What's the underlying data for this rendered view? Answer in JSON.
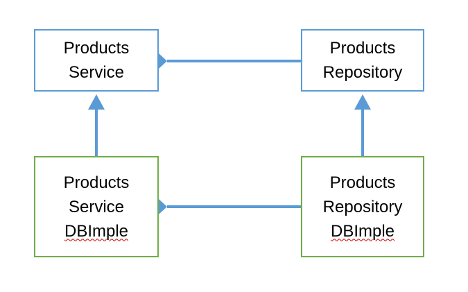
{
  "colors": {
    "connector": "#5b9bd5",
    "blue_border": "#5b9bd5",
    "green_border": "#70ad47",
    "spellcheck": "#d00000"
  },
  "boxes": {
    "products_service": {
      "line1": "Products",
      "line2": "Service"
    },
    "products_repository": {
      "line1": "Products",
      "line2": "Repository"
    },
    "products_service_dbimple": {
      "line1": "Products",
      "line2": "Service",
      "line3": "DBImple"
    },
    "products_repository_dbimple": {
      "line1": "Products",
      "line2": "Repository",
      "line3": "DBImple"
    }
  },
  "connectors": [
    {
      "from": "products_service",
      "to": "products_repository",
      "style": "diamond-at-source"
    },
    {
      "from": "products_service_dbimple",
      "to": "products_repository_dbimple",
      "style": "diamond-at-source"
    },
    {
      "from": "products_service_dbimple",
      "to": "products_service",
      "style": "arrow-up"
    },
    {
      "from": "products_repository_dbimple",
      "to": "products_repository",
      "style": "arrow-up"
    }
  ]
}
